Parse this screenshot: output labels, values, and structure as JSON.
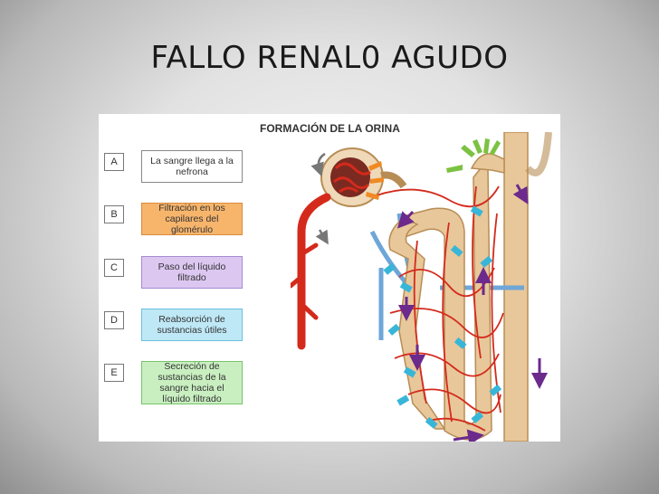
{
  "slide": {
    "title": "FALLO RENAL0 AGUDO"
  },
  "figure": {
    "title": "FORMACIÓN DE LA ORINA",
    "steps": [
      {
        "letter": "A",
        "text": "La sangre llega a la nefrona",
        "color": "#ffffff"
      },
      {
        "letter": "B",
        "text": "Filtración en los capilares del glomérulo",
        "color": "#f7b56c"
      },
      {
        "letter": "C",
        "text": "Paso del líquido filtrado",
        "color": "#dcc7f1"
      },
      {
        "letter": "D",
        "text": "Reabsorción de sustancias útiles",
        "color": "#bfe8f6"
      },
      {
        "letter": "E",
        "text": "Secreción de sustancias de la sangre hacia el líquido filtrado",
        "color": "#c9efc1"
      }
    ],
    "colors": {
      "artery": "#d42a1c",
      "vein": "#6ea6d8",
      "tubule": "#e8c79a",
      "arrow_filtration": "#f08a24",
      "arrow_flow": "#6b2a8c",
      "arrow_reabsorption": "#38b6d8",
      "arrow_secretion": "#7cc242"
    }
  }
}
